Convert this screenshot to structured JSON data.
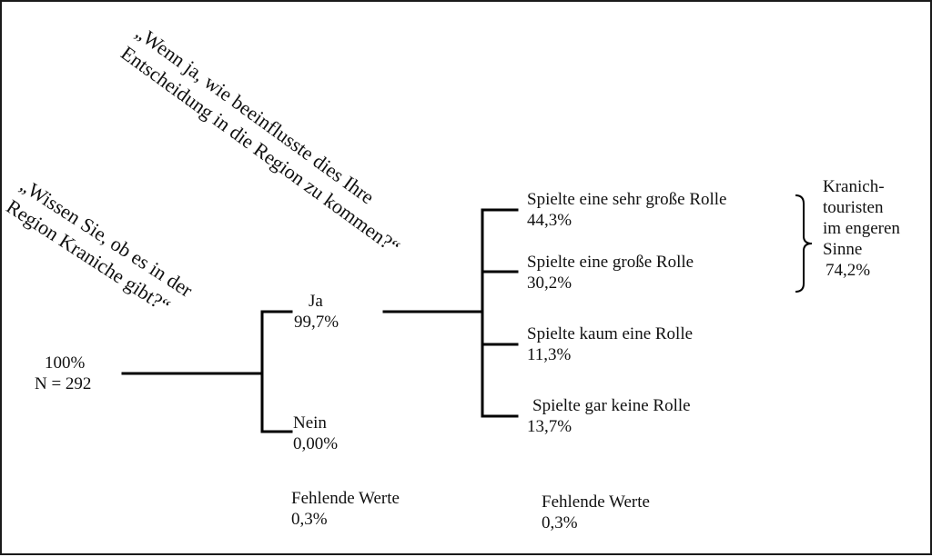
{
  "question1": {
    "line1": "„Wissen Sie, ob es in der",
    "line2": "Region Kraniche gibt?“"
  },
  "question2": {
    "line1": "„Wenn ja, wie beeinflusste dies Ihre",
    "line2": "Entscheidung in die Region zu kommen?“"
  },
  "root": {
    "percent": "100%",
    "n": "N = 292"
  },
  "first_level": [
    {
      "label": "Ja",
      "value": "99,7%"
    },
    {
      "label": "Nein",
      "value": "0,00%"
    }
  ],
  "first_missing": {
    "label": "Fehlende Werte",
    "value": "0,3%"
  },
  "second_level": [
    {
      "label": "Spielte eine sehr große Rolle",
      "value": "44,3%"
    },
    {
      "label": "Spielte eine große Rolle",
      "value": "30,2%"
    },
    {
      "label": "Spielte kaum eine Rolle",
      "value": "11,3%"
    },
    {
      "label": "Spielte gar keine Rolle",
      "value": "13,7%"
    }
  ],
  "second_missing": {
    "label": "Fehlende Werte",
    "value": "0,3%"
  },
  "group": {
    "line1": "Kranich-",
    "line2": "touristen",
    "line3": "im engeren",
    "line4": "Sinne",
    "value": "74,2%"
  }
}
